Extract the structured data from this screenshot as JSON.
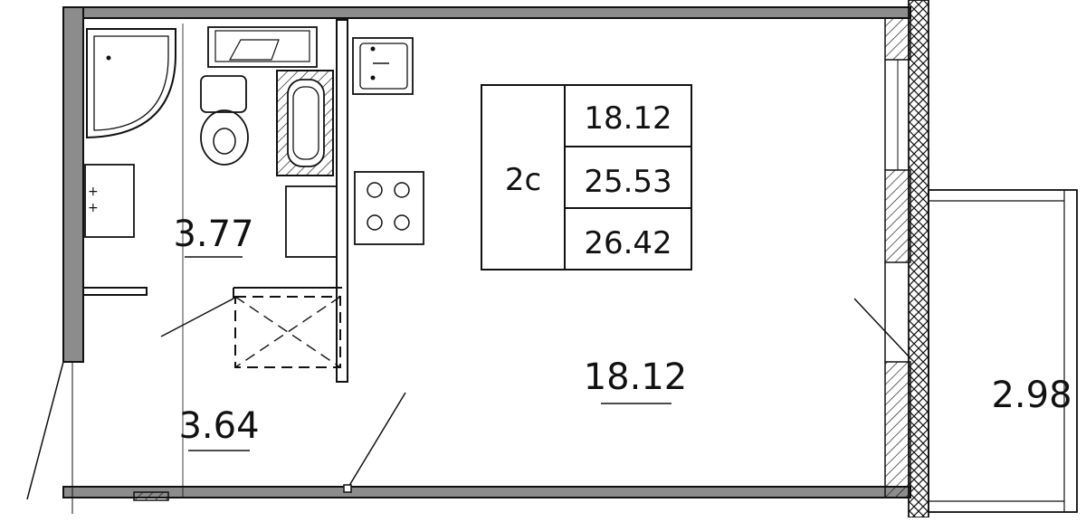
{
  "plan": {
    "rooms": [
      {
        "id": "bathroom",
        "area": "3.77"
      },
      {
        "id": "hallway",
        "area": "3.64"
      },
      {
        "id": "living-room",
        "area": "18.12"
      },
      {
        "id": "balcony",
        "area": "2.98"
      }
    ],
    "summary_table": {
      "apartment_type": "2с",
      "living_area": "18.12",
      "total_area": "25.53",
      "total_with_balcony": "26.42"
    }
  },
  "colors": {
    "wall_fill": "#8c8c8c",
    "line": "#111111",
    "background": "#ffffff"
  }
}
